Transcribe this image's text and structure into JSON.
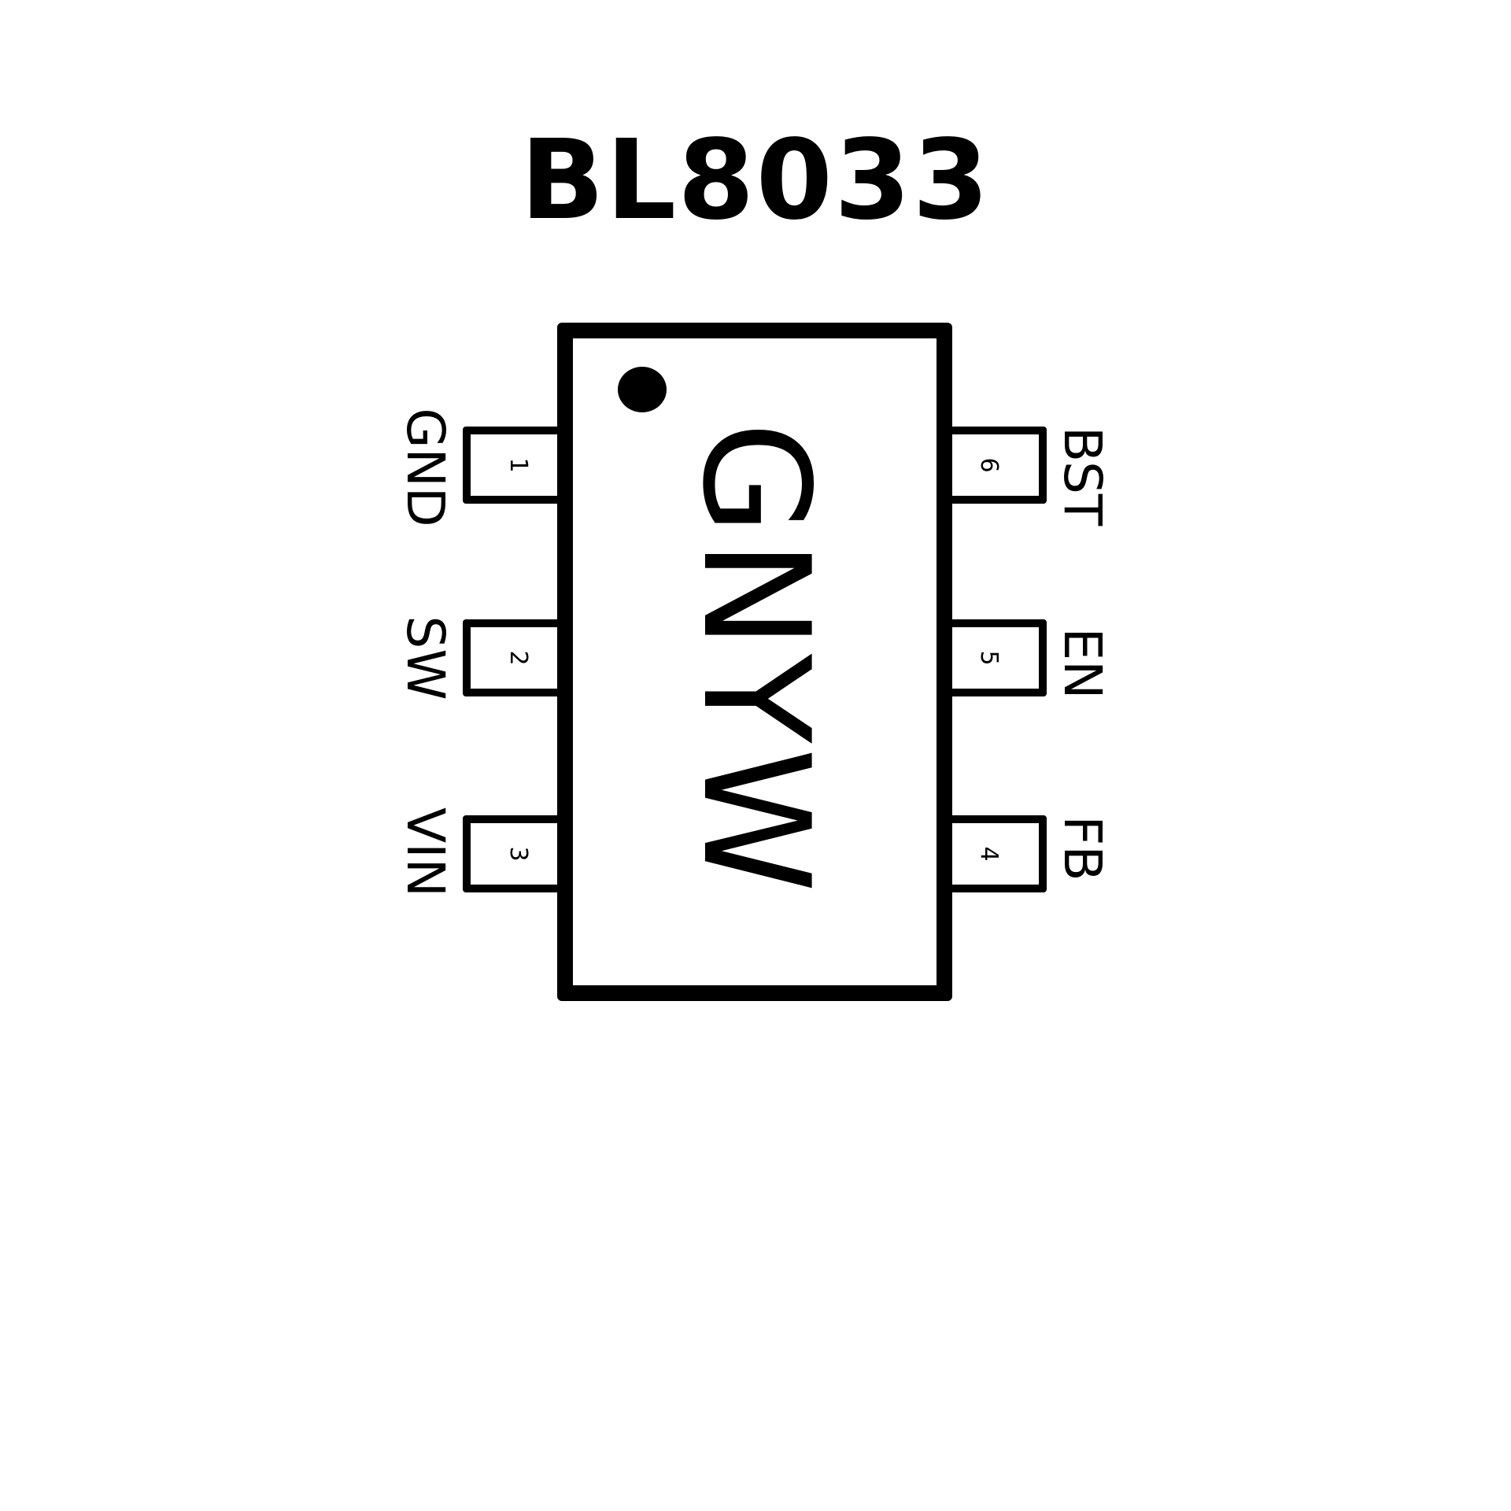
{
  "title": "BL8033",
  "package": {
    "marking": "GNYW",
    "pin1_indicator": "dot",
    "pins": [
      {
        "number": "1",
        "name": "GND",
        "side": "left"
      },
      {
        "number": "2",
        "name": "SW",
        "side": "left"
      },
      {
        "number": "3",
        "name": "VIN",
        "side": "left"
      },
      {
        "number": "4",
        "name": "FB",
        "side": "right"
      },
      {
        "number": "5",
        "name": "EN",
        "side": "right"
      },
      {
        "number": "6",
        "name": "BST",
        "side": "right"
      }
    ]
  },
  "colors": {
    "ink": "#000000",
    "background": "#ffffff"
  }
}
